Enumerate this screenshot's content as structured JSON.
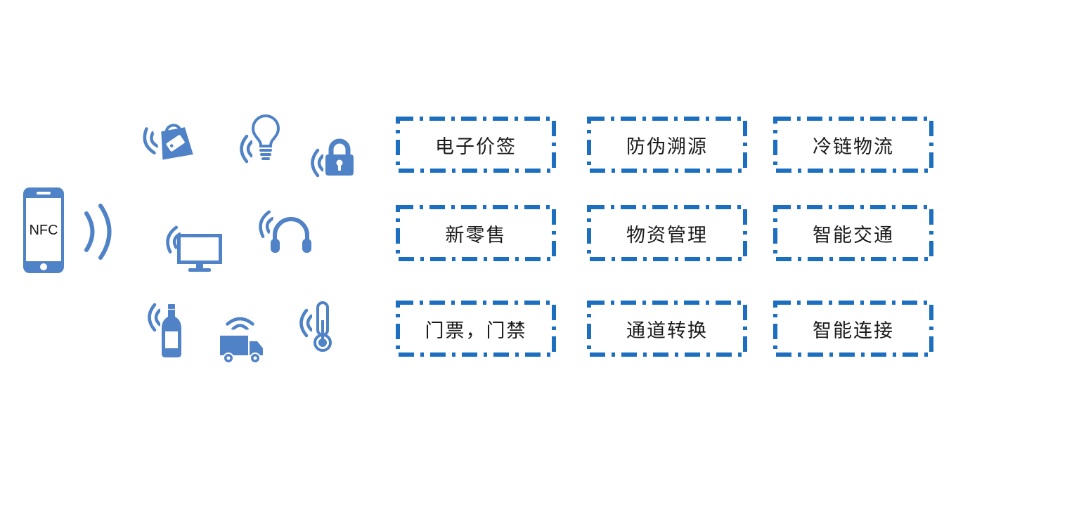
{
  "colors": {
    "background": "#ffffff",
    "icon_blue": "#4f82c6",
    "box_border_blue": "#1c6fbf",
    "label_text": "#1a1a1a"
  },
  "device": {
    "label": "NFC"
  },
  "icons": [
    {
      "name": "nfc-phone-icon"
    },
    {
      "name": "nfc-signal-waves-icon"
    },
    {
      "name": "shopping-bag-icon"
    },
    {
      "name": "light-bulb-icon"
    },
    {
      "name": "padlock-icon"
    },
    {
      "name": "monitor-icon"
    },
    {
      "name": "headphones-icon"
    },
    {
      "name": "bottle-icon"
    },
    {
      "name": "delivery-truck-icon"
    },
    {
      "name": "thermometer-icon"
    }
  ],
  "grid": {
    "items": [
      {
        "label": "电子价签"
      },
      {
        "label": "防伪溯源"
      },
      {
        "label": "冷链物流"
      },
      {
        "label": "新零售"
      },
      {
        "label": "物资管理"
      },
      {
        "label": "智能交通"
      },
      {
        "label": "门票，门禁"
      },
      {
        "label": "通道转换"
      },
      {
        "label": "智能连接"
      }
    ]
  }
}
